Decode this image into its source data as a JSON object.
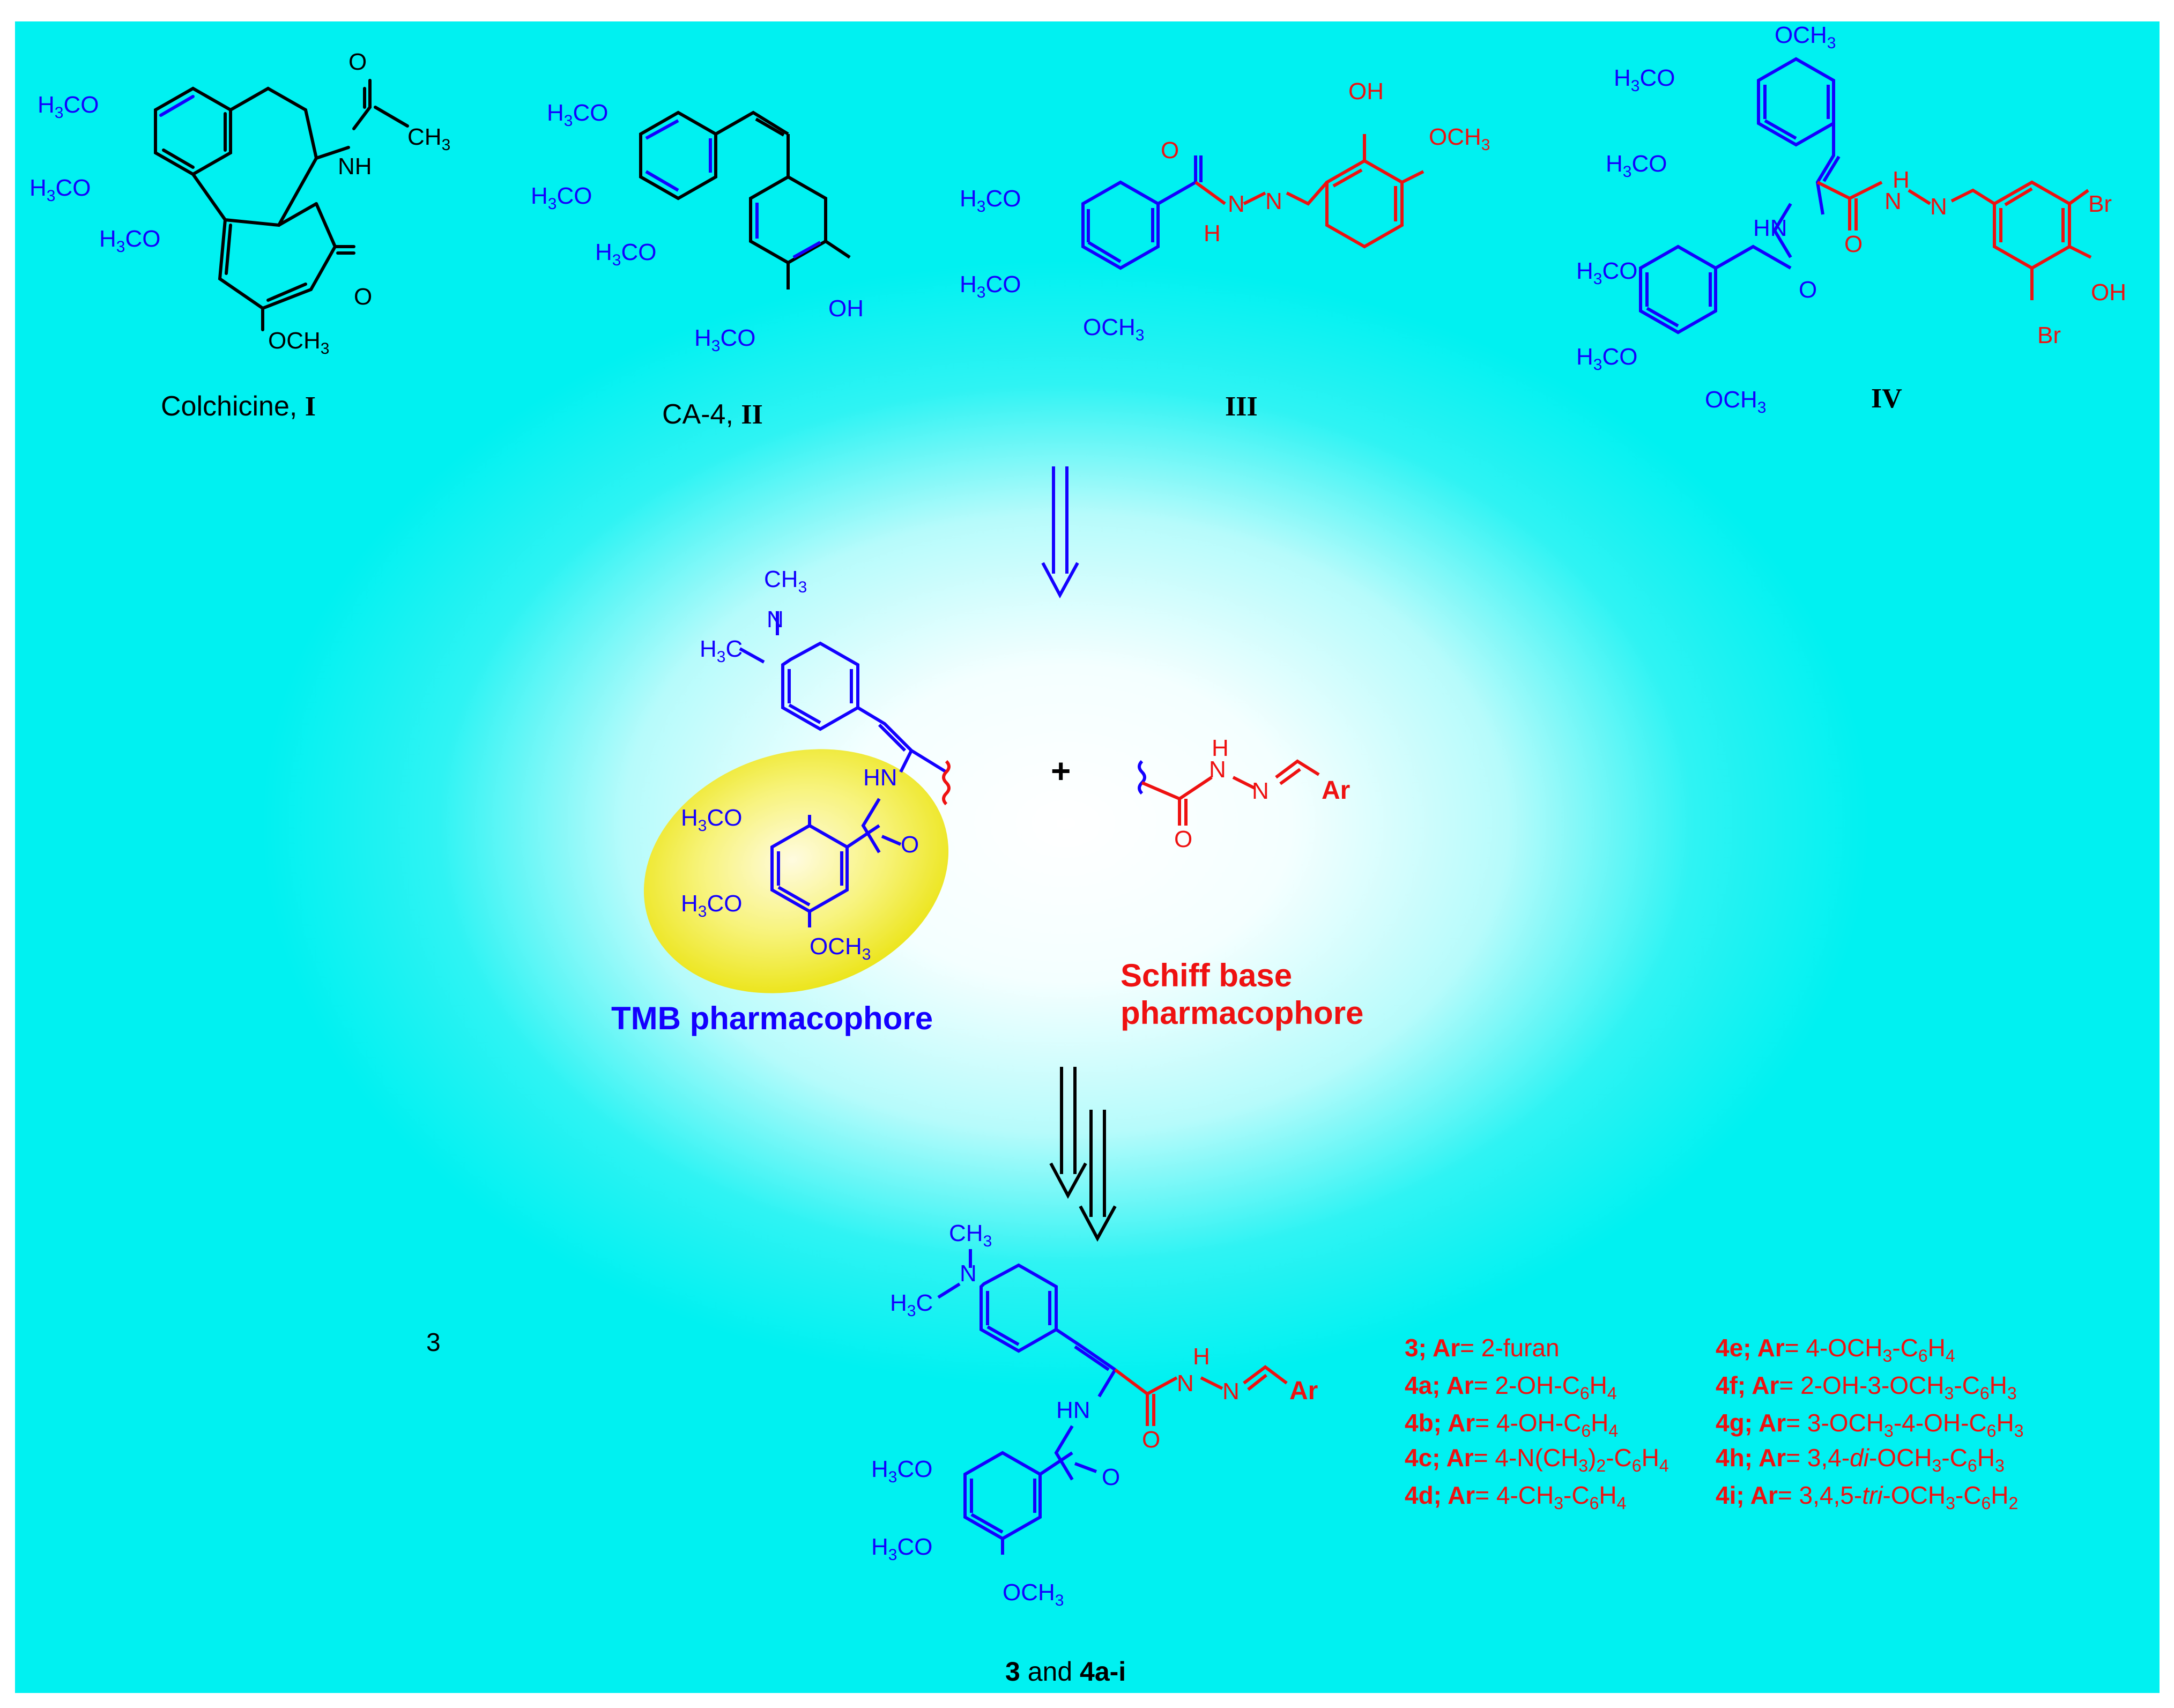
{
  "compounds": {
    "colchicine": {
      "name": "Colchicine",
      "roman": "I",
      "label_sep": ", "
    },
    "ca4": {
      "name": "CA-4",
      "roman": "II",
      "label_sep": ", "
    },
    "iii": {
      "roman": "III"
    },
    "iv": {
      "roman": "IV"
    }
  },
  "atoms": {
    "h3co": "H3CO",
    "och3": "OCH3",
    "ch3": "CH3",
    "oh": "OH",
    "o": "O",
    "nh": "NH",
    "hn": "HN",
    "h": "H",
    "n": "N",
    "br": "Br",
    "ar": "Ar"
  },
  "center": {
    "plus": "+",
    "tmb_label": "TMB pharmacophore",
    "schiff_label_1": "Schiff base",
    "schiff_label_2": "pharmacophore"
  },
  "bottom": {
    "stray_label": "3",
    "caption_a": "3",
    "caption_and": " and ",
    "caption_b": "4a-i"
  },
  "substituents": [
    {
      "id": "3;",
      "ar": "Ar",
      "value": "= 2-furan"
    },
    {
      "id": "4a;",
      "ar": "Ar",
      "value": "= 2-OH-C6H4"
    },
    {
      "id": "4b;",
      "ar": "Ar",
      "value": "= 4-OH-C6H4"
    },
    {
      "id": "4c;",
      "ar": "Ar",
      "value": "= 4-N(CH3)2-C6H4"
    },
    {
      "id": "4d;",
      "ar": "Ar",
      "value": "= 4-CH3-C6H4"
    },
    {
      "id": "4e;",
      "ar": "Ar",
      "value": "= 4-OCH3-C6H4"
    },
    {
      "id": "4f;",
      "ar": "Ar",
      "value": "= 2-OH-3-OCH3-C6H3"
    },
    {
      "id": "4g;",
      "ar": "Ar",
      "value": "= 3-OCH3-4-OH-C6H3"
    },
    {
      "id": "4h;",
      "ar": "Ar",
      "value": "= 3,4-di-OCH3-C6H3"
    },
    {
      "id": "4i;",
      "ar": "Ar",
      "value": "= 3,4,5-tri-OCH3-C6H2"
    }
  ],
  "colors": {
    "blue": "#1400ff",
    "red": "#ee1111",
    "cyan": "#00f1f1",
    "yellow_highlight": "#f2ee1a"
  }
}
